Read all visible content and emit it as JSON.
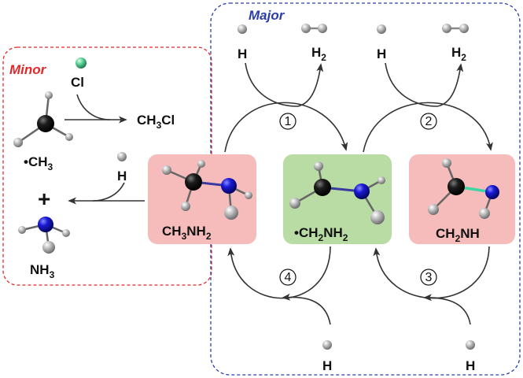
{
  "panels": {
    "minor": {
      "title": "Minor",
      "border_color": "#e0292b",
      "title_color": "#e0292b"
    },
    "major": {
      "title": "Major",
      "border_color": "#2a3ea8",
      "title_color": "#2a3ea8"
    }
  },
  "minor_labels": {
    "cl": "Cl",
    "ch3_radical": "•CH",
    "ch3_radical_sub": "3",
    "ch3cl": "CH",
    "ch3cl_sub": "3",
    "ch3cl_tail": "Cl",
    "h": "H",
    "plus": "+",
    "nh3": "NH",
    "nh3_sub": "3"
  },
  "species": {
    "ch3nh2": {
      "label": "CH",
      "sub1": "3",
      "mid": "NH",
      "sub2": "2",
      "box_color": "#f6bcbc"
    },
    "ch2nh2": {
      "label": "•CH",
      "sub1": "2",
      "mid": "NH",
      "sub2": "2",
      "box_color": "#b9dba4"
    },
    "ch2nh": {
      "label": "CH",
      "sub1": "2",
      "mid": "NH",
      "sub2": "",
      "box_color": "#f6bcbc"
    }
  },
  "top_labels": {
    "h_left": "H",
    "h2_left": "H",
    "h2_left_sub": "2",
    "h_right": "H",
    "h2_right": "H",
    "h2_right_sub": "2"
  },
  "bottom_labels": {
    "h_left": "H",
    "h_right": "H"
  },
  "steps": [
    "1",
    "2",
    "3",
    "4"
  ],
  "atom_colors": {
    "carbon": "#141414",
    "nitrogen": "#1a1ad6",
    "hydrogen": "#a8a8a8",
    "chlorine": "#5fd39a",
    "double_bond": "#3fd6a4"
  }
}
